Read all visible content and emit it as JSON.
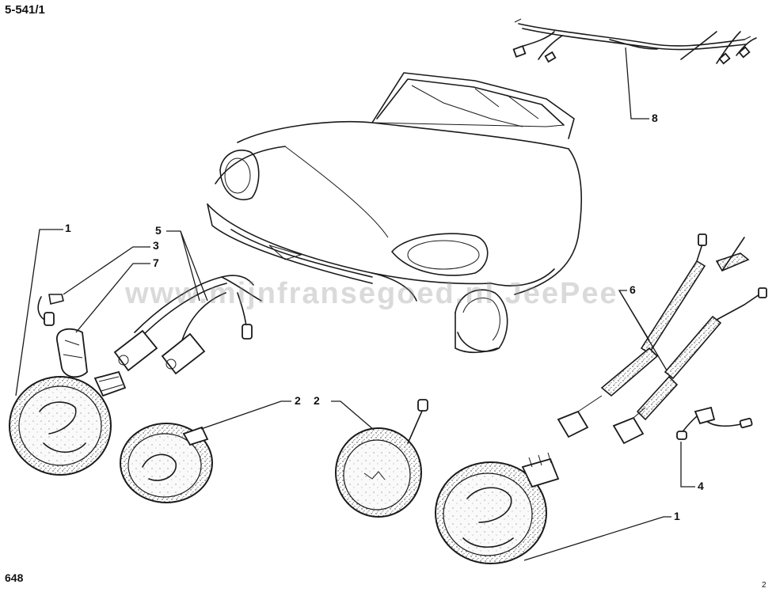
{
  "plate_ref": "5-541/1",
  "page_number": "648",
  "sheet_number": "2",
  "watermark": "www.mijnfransegoed.nl   JeePee",
  "callouts": [
    {
      "id": "c1-left",
      "label": "1"
    },
    {
      "id": "c3",
      "label": "3"
    },
    {
      "id": "c7",
      "label": "7"
    },
    {
      "id": "c5",
      "label": "5"
    },
    {
      "id": "c2-left",
      "label": "2"
    },
    {
      "id": "c2-right",
      "label": "2"
    },
    {
      "id": "c1-right",
      "label": "1"
    },
    {
      "id": "c6",
      "label": "6"
    },
    {
      "id": "c4",
      "label": "4"
    },
    {
      "id": "c8",
      "label": "8"
    }
  ]
}
